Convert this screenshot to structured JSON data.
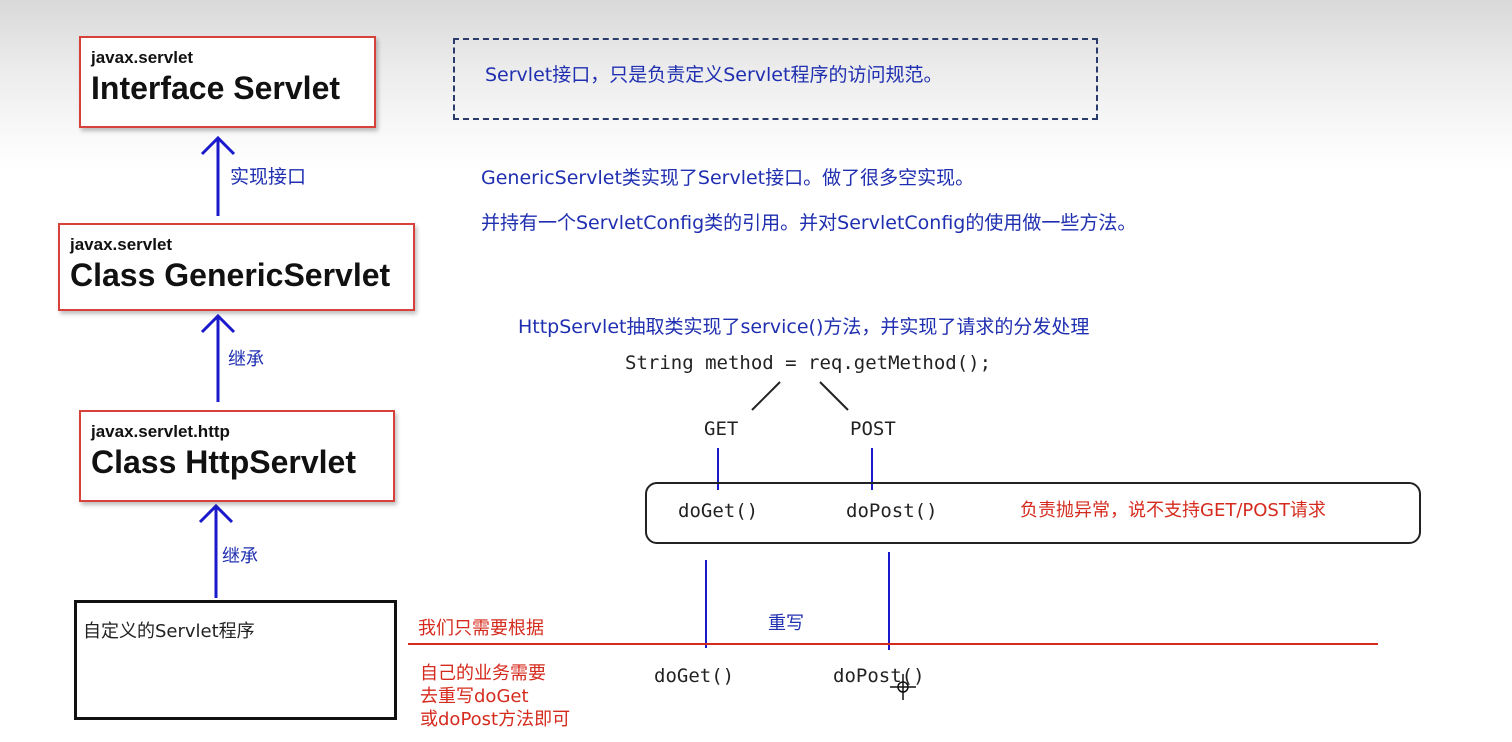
{
  "boxes": {
    "servlet": {
      "package": "javax.servlet",
      "class_name": "Interface Servlet"
    },
    "generic": {
      "package": "javax.servlet",
      "class_name": "Class GenericServlet"
    },
    "http": {
      "package": "javax.servlet.http",
      "class_name": "Class HttpServlet"
    },
    "custom": {
      "label": "自定义的Servlet程序"
    }
  },
  "arrows": {
    "implements_label": "实现接口",
    "extends_label_1": "继承",
    "extends_label_2": "继承"
  },
  "notes": {
    "servlet_note": "Servlet接口，只是负责定义Servlet程序的访问规范。",
    "generic_line1": "GenericServlet类实现了Servlet接口。做了很多空实现。",
    "generic_line2": "并持有一个ServletConfig类的引用。并对ServletConfig的使用做一些方法。",
    "http_title": "HttpServlet抽取类实现了service()方法，并实现了请求的分发处理",
    "http_code": "String method = req.getMethod();"
  },
  "dispatch": {
    "get_label": "GET",
    "post_label": "POST",
    "do_get": "doGet()",
    "do_post": "doPost()",
    "error_note": "负责抛异常，说不支持GET/POST请求"
  },
  "override": {
    "label": "重写",
    "left_note": "我们只需要根据",
    "lines": [
      "自己的业务需要",
      "去重写doGet",
      "或doPost方法即可"
    ],
    "do_get": "doGet()",
    "do_post": "doPost()"
  },
  "colors": {
    "blue_text": "#1f2fb0",
    "red_text": "#d52b1e",
    "box_border": "#d8403a",
    "arrow": "#1a1acc"
  }
}
